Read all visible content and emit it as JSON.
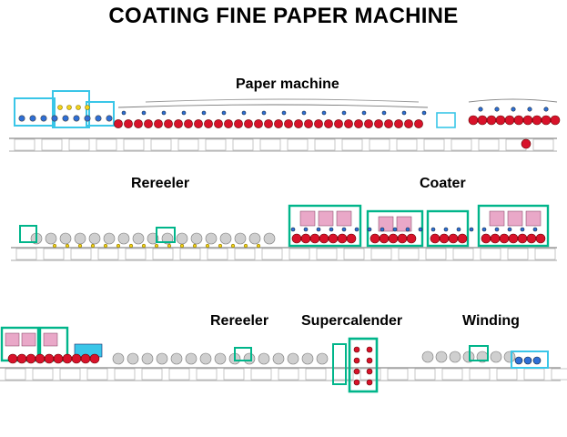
{
  "title": "COATING FINE PAPER MACHINE",
  "sections": {
    "paper_machine": "Paper machine",
    "rereeler_1": "Rereeler",
    "coater": "Coater",
    "rereeler_2": "Rereeler",
    "supercalender": "Supercalender",
    "winding": "Winding"
  },
  "colors": {
    "frame": "#00b58a",
    "roll_red": "#d8122a",
    "roll_blue": "#2e6fd6",
    "cyan": "#3ac6e8",
    "yellow": "#f2d21a",
    "gray_line": "#8c8c8c",
    "roll_gray": "#cfcfcf",
    "pink": "#e9a8c8"
  }
}
